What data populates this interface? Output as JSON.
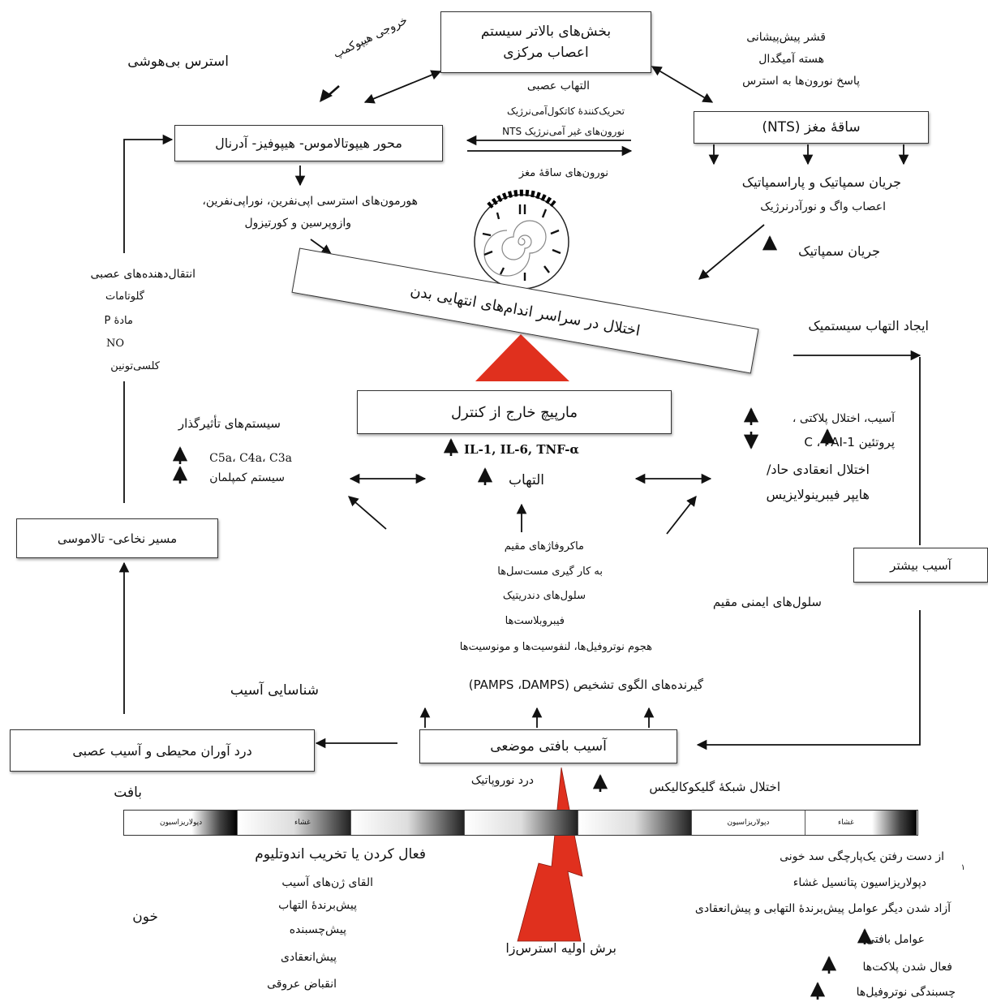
{
  "nodes": {
    "top_box_line1": "بخش‌های بالاتر سیستم",
    "top_box_line2": "اعصاب مرکزی",
    "hpa_box": "محور هیپوتالاموس- هیپوفیز- آدرنال",
    "brainstem_box": "ساقهٔ مغز (NTS)",
    "spiral_box": "مارپیچ خارج از کنترل",
    "spinothalamic_box": "مسیر نخاعی- تالاموسی",
    "local_injury_box": "آسیب بافتی موضعی",
    "pain_box": "درد آوران محیطی و آسیب عصبی",
    "more_injury_box": "آسیب بیشتر",
    "organ_box": "اختلال در سراسر اندام‌های انتهایی بدن"
  },
  "labels": {
    "anesthesia_stress": "استرس بی‌هوشی",
    "hippocampus_output": "خروجی هیپوکمپ",
    "neuro_inflammation": "التهاب عصبی",
    "catecholamine": "تحریک‌کنندهٔ کاتکول‌آمی‌نرژیک",
    "nts_neurons": "نورون‌های غیر آمی‌نرژیک NTS",
    "brainstem_neurons": "نورون‌های ساقهٔ مغز",
    "prefrontal": "قشر پیش‌پیشانی",
    "amygdala": "هسته آمیگدال",
    "stress_response": "پاسخ نورون‌ها به استرس",
    "sym_para": "جریان سمپاتیک و پاراسمپاتیک",
    "vagal": "اعصاب واگ و نورآدرنرژیک",
    "sym_flow": "جریان سمپاتیک",
    "stress_hormones_1": "هورمون‌های استرسی اپی‌نفرین، نوراپی‌نفرین،",
    "stress_hormones_2": "وازوپرسین و کورتیزول",
    "neurotransmitters": "انتقال‌دهنده‌های عصبی",
    "glutamate": "گلوتامات",
    "substance_p": "مادهٔ P",
    "no": "NO",
    "calcitonin": "کلسی‌تونین",
    "systemic_inflammation": "ایجاد التهاب سیستمیک",
    "effector_systems": "سیستم‌های تأثیرگذار",
    "complement_factors": "C5a، C4a، C3a",
    "complement_system": "سیستم کمپلمان",
    "cytokines": "IL-1, IL-6, TNF-α",
    "inflammation": "التهاب",
    "platelet": "آسیب، اختلال پلاکتی ،",
    "protein_c": "پروتئین C ، PAI-1",
    "coag_1": "اختلال انعقادی حاد/",
    "coag_2": "هایپر فیبرینولایزیس",
    "macrophages": "ماکروفاژهای مقیم",
    "mast": "به کار گیری مست‌سل‌ها",
    "dendritic": "سلول‌های دندریتیک",
    "fibroblasts": "فیبروبلاست‌ها",
    "neutrophils": "هجوم نوتروفیل‌ها، لنفوسیت‌ها و مونوسیت‌ها",
    "innate_cells": "سلول‌های ایمنی مقیم",
    "injury_recognition": "شناسایی آسیب",
    "prr": "گیرنده‌های الگوی تشخیص (PAMPS ،DAMPS)",
    "neuropathic_pain": "درد نوروپاتیک",
    "glycocalyx": "اختلال شبکهٔ گلیکوکالیکس",
    "tissue": "بافت",
    "endothelium": "فعال کردن یا تخریب اندوتلیوم",
    "injury_genes": "القای ژن‌های آسیب",
    "pro_inflammatory": "پیش‌برندهٔ التهاب",
    "pro_adhesive": "پیش‌چسبنده",
    "pro_coagulant": "پیش‌انعقادی",
    "vasoconstriction": "انقباض عروقی",
    "blood": "خون",
    "initial_incision": "برش اولیه استرس‌زا",
    "barrier_loss": "از دست رفتن یک‌پارچگی سد خونی",
    "membrane_depol": "دپولاریزاسیون پتانسیل غشاء",
    "release_factors": "آزاد شدن دیگر عوامل پیش‌برندهٔ التهابی و پیش‌انعقادی",
    "tissue_factors": "عوامل بافتی",
    "platelet_activation": "فعال شدن پلاکت‌ها",
    "neutrophil_adhesion": "چسبندگی نوتروفیل‌ها",
    "stray_digit": "۱"
  },
  "bar_segments": {
    "depolarization_left": "دپولاریزاسیون",
    "membrane_left": "غشاء",
    "depolarization_right": "دپولاریزاسیون",
    "membrane_right": "غشاء"
  },
  "colors": {
    "triangle": "#e0301e",
    "bolt": "#e0301e",
    "line": "#111111"
  }
}
